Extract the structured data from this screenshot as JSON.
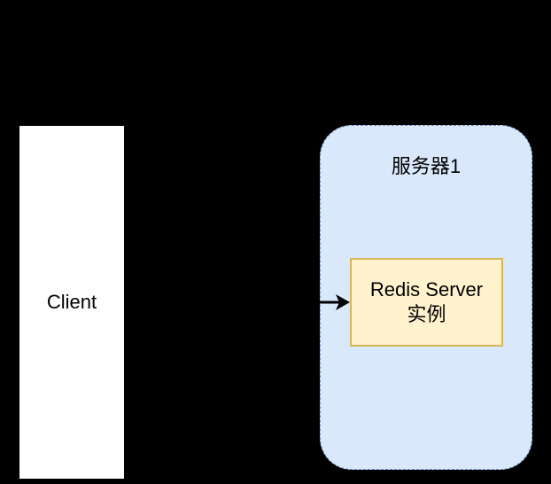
{
  "colors": {
    "background": "#000000",
    "client_fill": "#ffffff",
    "server_fill": "#dae8fc",
    "server_border": "#6c8ebf",
    "instance_fill": "#fff2cc",
    "instance_border": "#d6b656",
    "arrow": "#000000"
  },
  "client": {
    "label": "Client"
  },
  "server": {
    "title": "服务器1",
    "instance": {
      "line1": "Redis Server",
      "line2": "实例"
    }
  },
  "edges": [
    {
      "from": "client",
      "to": "redis-server-instance",
      "style": "arrow"
    }
  ]
}
